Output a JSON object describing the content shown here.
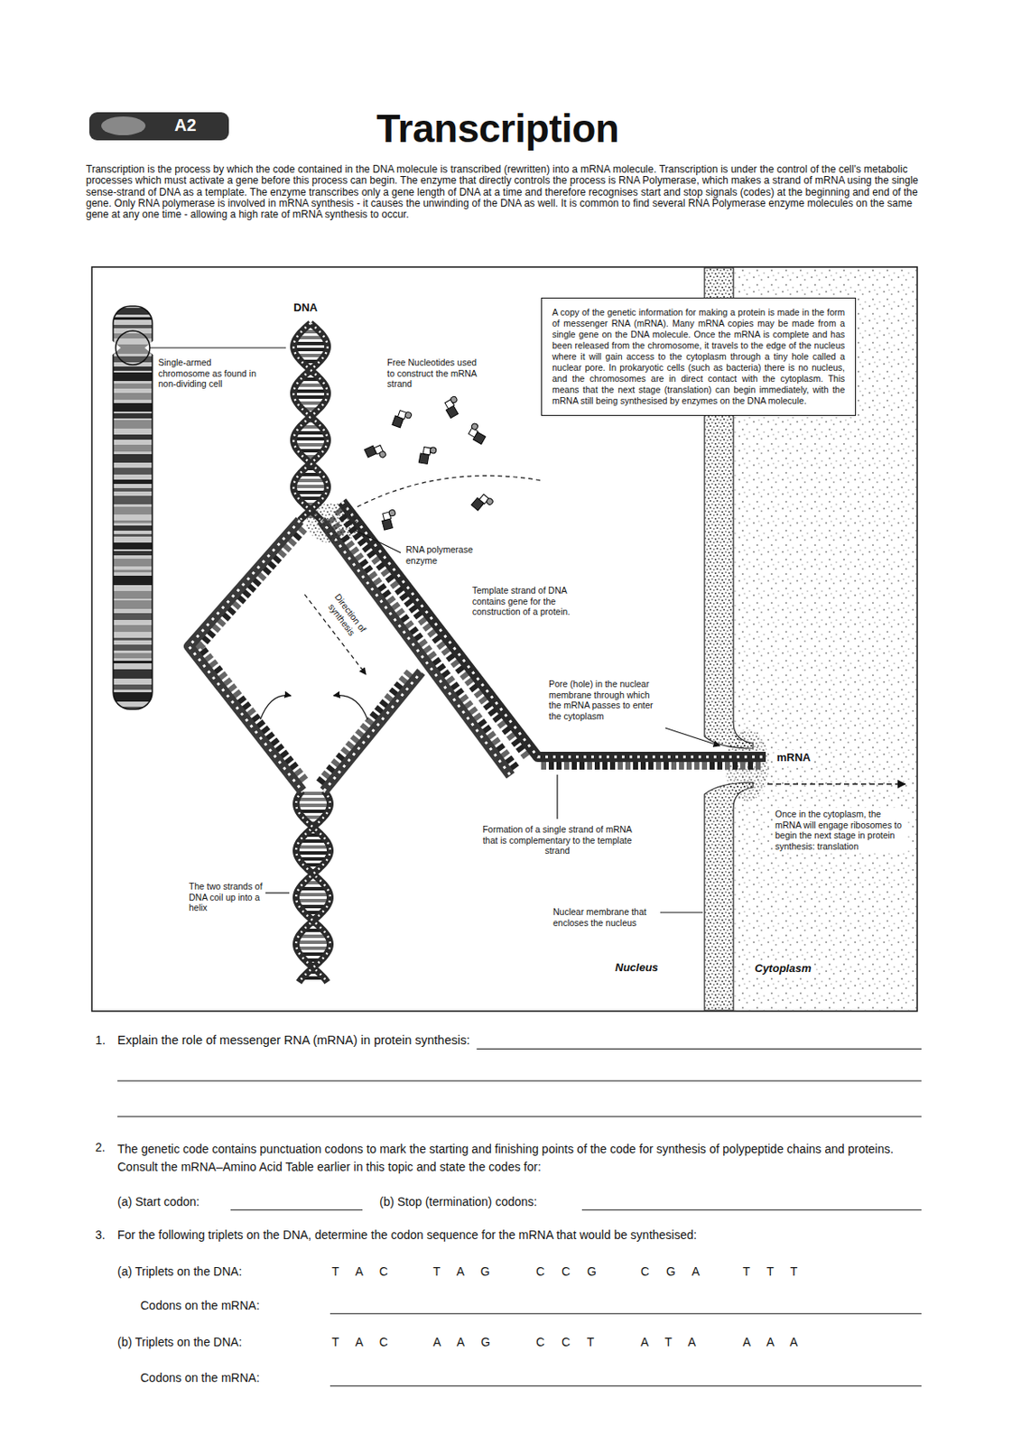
{
  "diagram": {
    "title": "Transcription",
    "nodes": [
      {
        "text": [
          "A copy of the genetic information for making a protein is made in the form of messenger RNA (mRNA). Many mRNA copies may be made from a single gene on the DNA molecule. Once the mRNA is complete and has been released from the chromosome, it travels to the edge of the nucleus where it will gain access to the cytoplasm through a tiny hole called a nuclear pore. In prokaryotic cells (such as bacteria) there is no nucleus, and the chromosomes are in direct contact with the cytoplasm. This means that the next stage (translation) can begin immediately, with the mRNA still being synthesised by enzymes on the DNA molecule."
        ]
      }
    ],
    "labels": [
      "A2",
      "Transcription is the process by which the code contained in the DNA molecule is transcribed (rewritten) into a mRNA molecule. Transcription is under the control of the cell's metabolic processes which must activate a gene before this process can begin. The enzyme that directly controls the process is RNA Polymerase, which makes a strand of mRNA using the single sense-strand of DNA as a template. The enzyme transcribes only a gene length of DNA at a time and therefore recognises start and stop signals (codes) at the beginning and end of the gene. Only RNA polymerase is involved in mRNA synthesis - it causes the unwinding of the DNA as well. It is common to find several RNA Polymerase enzyme molecules on the same gene at any one time - allowing a high rate of mRNA synthesis to occur.",
      "DNA",
      "Single-armed chromosome as found in non-dividing cell",
      "Free Nucleotides used to construct the mRNA strand",
      "RNA polymerase enzyme",
      "Template strand of DNA contains gene for the construction of a protein.",
      "Direction of synthesis",
      "Pore (hole) in the nuclear membrane through which the mRNA passes to enter the cytoplasm",
      "mRNA",
      "Formation of a single strand of mRNA that is complementary to the template strand",
      "Once in the cytoplasm, the mRNA will engage ribosomes to begin the next stage in protein synthesis: translation",
      "The two strands of DNA coil up into a helix",
      "Nuclear membrane that encloses the nucleus",
      "Nucleus",
      "Cytoplasm",
      "1.",
      "Explain the role of messenger RNA (mRNA) in protein synthesis:",
      "2.",
      "The genetic code contains punctuation codons to mark the starting and finishing points of the code for synthesis of polypeptide chains and proteins. Consult the mRNA–Amino Acid Table earlier in this topic and state the codes for:",
      "(a) Start codon:",
      "(b) Stop (termination) codons:",
      "3.",
      "For the following triplets on the DNA, determine the codon sequence for the mRNA that would be synthesised:",
      "(a) Triplets on the DNA:",
      "T A C",
      "T A G",
      "C C G",
      "C G A",
      "T T T",
      "Codons on the mRNA:",
      "(b) Triplets on the DNA:",
      "T A C",
      "A A G",
      "C C T",
      "A T A",
      "A A A",
      "Codons on the mRNA:"
    ]
  }
}
